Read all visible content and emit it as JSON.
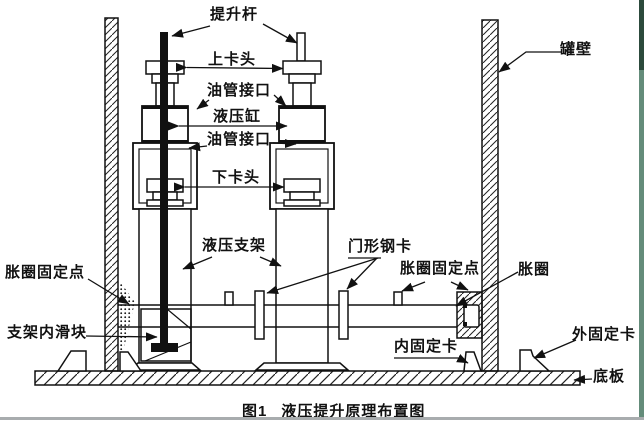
{
  "figure": {
    "caption": {
      "fig_no": "图1",
      "title": "液压提升原理布置图"
    }
  },
  "labels": {
    "lifting_rod": "提升杆",
    "upper_clamp": "上卡头",
    "oil_pipe_port_upper": "油管接口",
    "hydraulic_cylinder": "液压缸",
    "oil_pipe_port_lower": "油管接口",
    "lower_clamp": "下卡头",
    "tank_wall": "罐壁",
    "hydraulic_support": "液压支架",
    "gate_shaped_steel_clamp": "门形钢卡",
    "expansion_ring_fixing_point_left": "胀圈固定点",
    "expansion_ring_fixing_point_right": "胀圈固定点",
    "expansion_ring": "胀圈",
    "support_inner_slider": "支架内滑块",
    "inner_fixing_clamp": "内固定卡",
    "outer_fixing_clamp": "外固定卡",
    "base_plate": "底板"
  },
  "colors": {
    "line": "#111111",
    "background": "#ffffff",
    "right_border_top": "#2c4a3c",
    "right_border_bottom": "#648c7a",
    "bottom_rule": "#a8acae"
  }
}
